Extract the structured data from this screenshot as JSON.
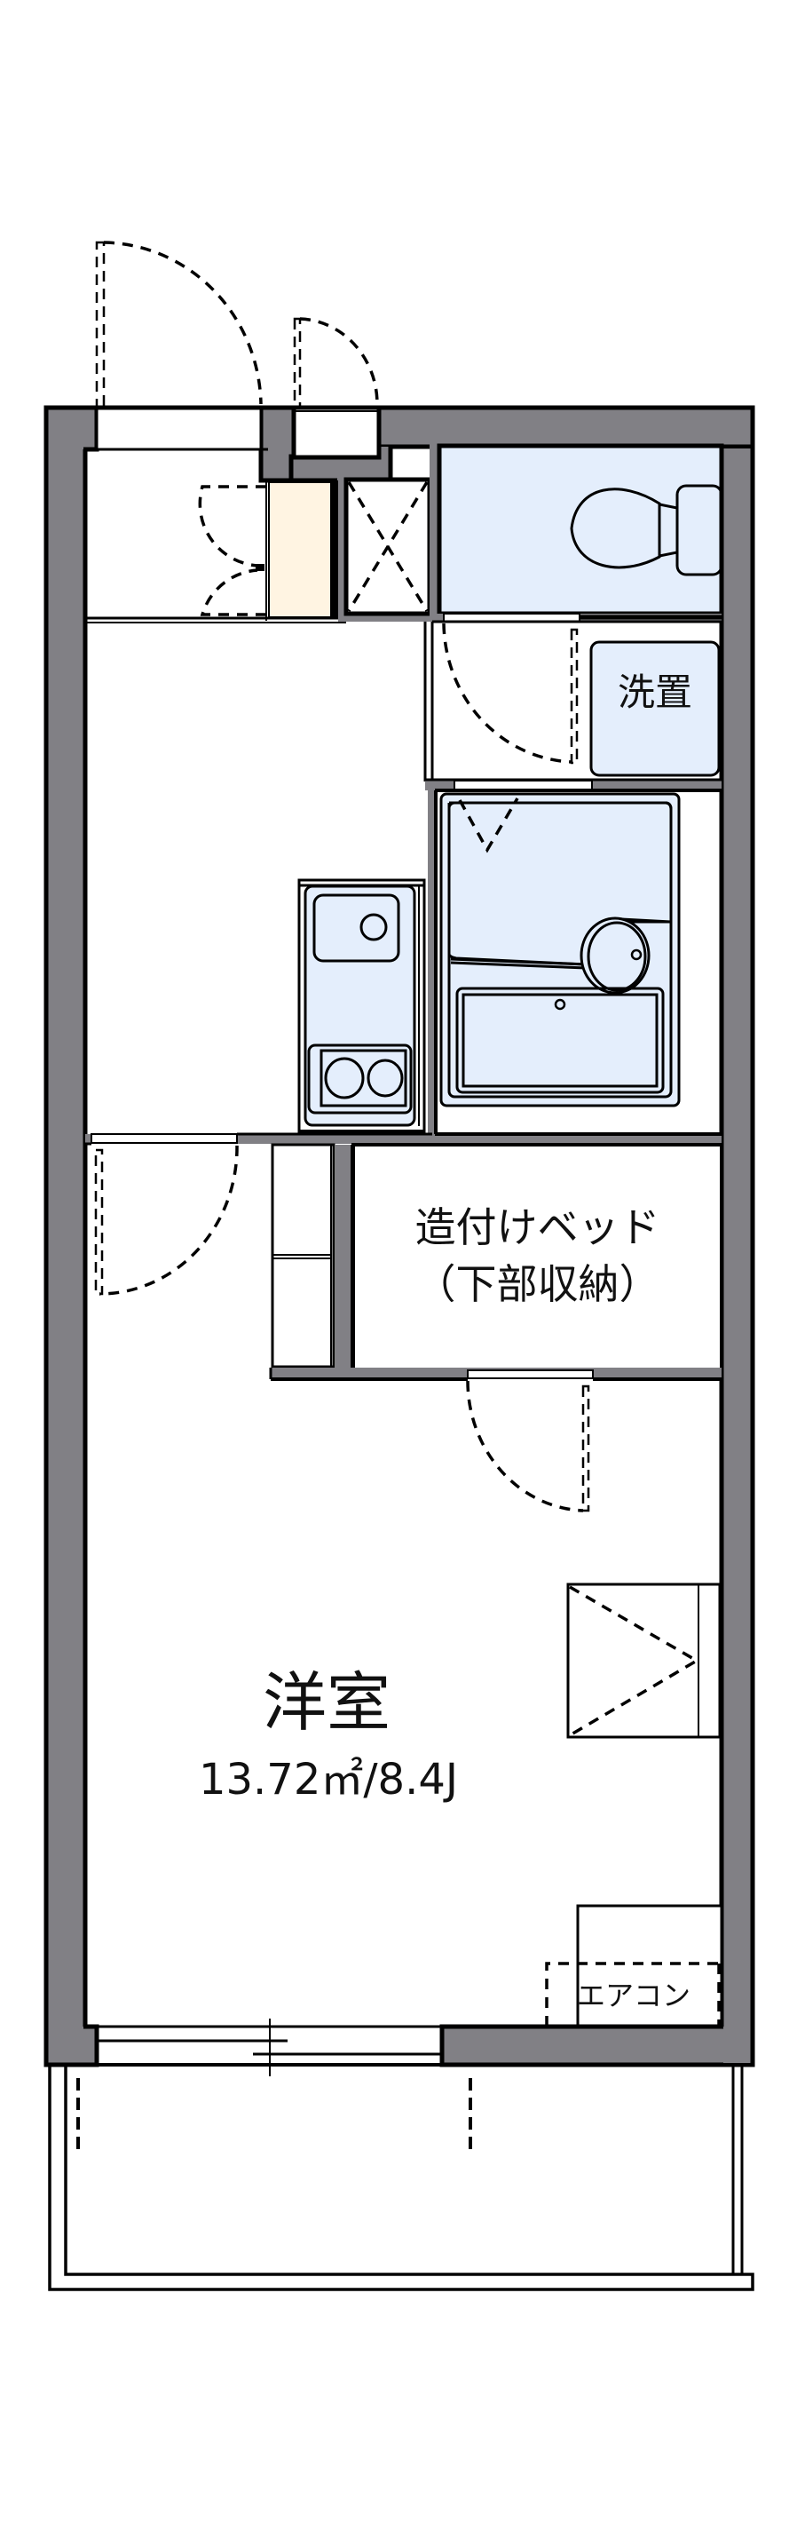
{
  "floor_plan": {
    "type": "1K apartment floor plan",
    "colors": {
      "wall": "#818085",
      "wet_area": "#e4eefc",
      "shoe_cabinet": "#fff4e2",
      "line": "#000000",
      "background": "#ffffff"
    },
    "rooms": {
      "washer_space": {
        "label": "洗置"
      },
      "built_in_bed": {
        "label_line1": "造付けベッド",
        "label_line2": "（下部収納）"
      },
      "western_room": {
        "label": "洋室",
        "area": "13.72㎡/8.4J"
      },
      "aircon": {
        "label": "エアコン"
      }
    },
    "fixtures": [
      "front-door",
      "meter-box-door",
      "shoe-cabinet",
      "pipe-space",
      "toilet",
      "washer-space",
      "unit-bath",
      "kitchen-sink",
      "two-burner-stove",
      "shelves",
      "built-in-bed",
      "closet",
      "aircon",
      "sliding-window",
      "balcony"
    ]
  }
}
